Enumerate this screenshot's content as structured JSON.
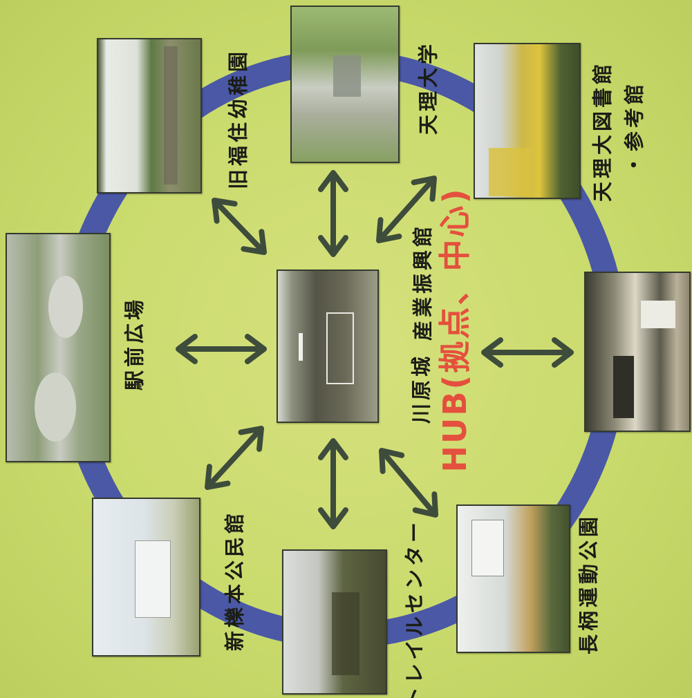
{
  "diagram": {
    "labels": {
      "kindergarten": "旧福住幼稚園",
      "university": "天理大学",
      "library_line1": "天理大図書館",
      "library_line2": "・参考館",
      "nagara_park": "長柄運動公園",
      "trail_center": "トレイルセンター",
      "community_hall": "新櫟本公民館",
      "station_plaza": "駅前広場",
      "hub_place": "川原城",
      "hub_facility": "産業振興館",
      "hub_caption": "HUB(拠点、中心)"
    },
    "colors": {
      "background": "#c8d96b",
      "ring": "#4a58a6",
      "arrow": "#3e4c3c",
      "hub_caption": "#e4503d",
      "label_text": "#1b1d16"
    }
  }
}
